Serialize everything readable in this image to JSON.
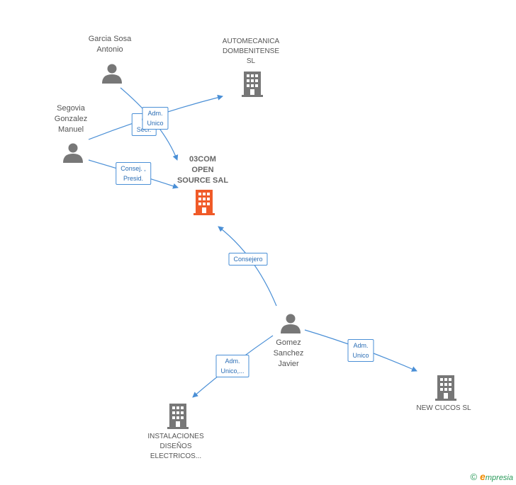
{
  "colors": {
    "edge": "#4a8fd6",
    "person_icon": "#777777",
    "company_icon": "#777777",
    "focus_company_icon": "#f05a28"
  },
  "nodes": {
    "garcia": {
      "lines": [
        "Garcia Sosa",
        "Antonio"
      ],
      "icon": "person-icon"
    },
    "automecanica": {
      "lines": [
        "AUTOMECANICA",
        "DOMBENITENSE",
        "SL"
      ],
      "icon": "building-icon"
    },
    "segovia": {
      "lines": [
        "Segovia",
        "Gonzalez",
        "Manuel"
      ],
      "icon": "person-icon"
    },
    "focus": {
      "lines": [
        "03COM",
        "OPEN",
        "SOURCE SAL"
      ],
      "icon": "building-icon"
    },
    "gomez": {
      "lines": [
        "Gomez",
        "Sanchez",
        "Javier"
      ],
      "icon": "person-icon"
    },
    "newcucos": {
      "lines": [
        "NEW CUCOS  SL"
      ],
      "icon": "building-icon"
    },
    "instalaciones": {
      "lines": [
        "INSTALACIONES",
        "DISEÑOS",
        "ELECTRICOS..."
      ],
      "icon": "building-icon"
    }
  },
  "edges": {
    "garcia_focus": {
      "lines": [
        "Consej.",
        "Secr."
      ],
      "visible_lines": [
        "C",
        "Secr."
      ]
    },
    "segovia_automecanica": {
      "lines": [
        "Adm.",
        "Unico"
      ]
    },
    "segovia_focus": {
      "lines": [
        "Consej. ,",
        "Presid."
      ]
    },
    "gomez_focus": {
      "lines": [
        "Consejero"
      ]
    },
    "gomez_newcucos": {
      "lines": [
        "Adm.",
        "Unico"
      ]
    },
    "gomez_instalaciones": {
      "lines": [
        "Adm.",
        "Unico,..."
      ]
    }
  },
  "footer": {
    "copyright": "©",
    "brand_initial": "e",
    "brand_rest": "mpresia"
  }
}
